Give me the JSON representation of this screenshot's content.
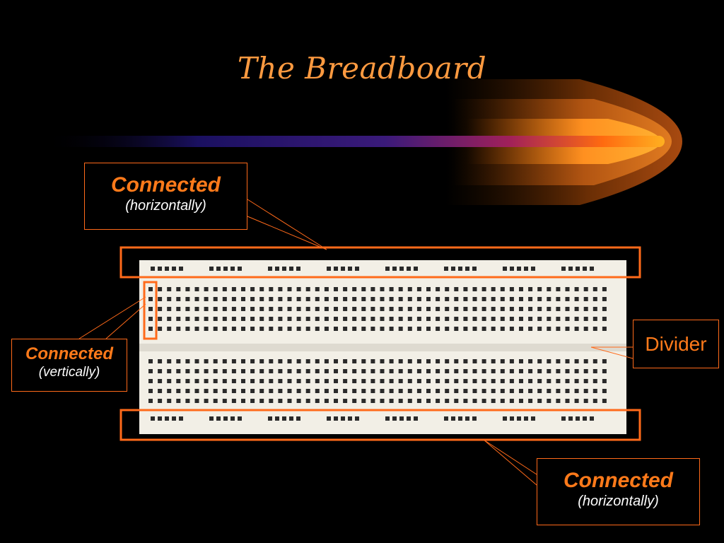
{
  "slide": {
    "title": "The Breadboard"
  },
  "callouts": {
    "top": {
      "main": "Connected",
      "sub": "(horizontally)"
    },
    "left": {
      "main": "Connected",
      "sub": "(vertically)"
    },
    "bottom": {
      "main": "Connected",
      "sub": "(horizontally)"
    },
    "divider": {
      "label": "Divider"
    }
  },
  "colors": {
    "background": "#000000",
    "title": "#ff9a40",
    "accent": "#ff6a1a",
    "board": "#f2efe6",
    "hole": "#2a2a2a"
  },
  "breadboard": {
    "hole_groups_per_rail_row": 8,
    "holes_per_group": 5,
    "terminal_columns": 50,
    "terminal_rows_per_side": 5
  }
}
